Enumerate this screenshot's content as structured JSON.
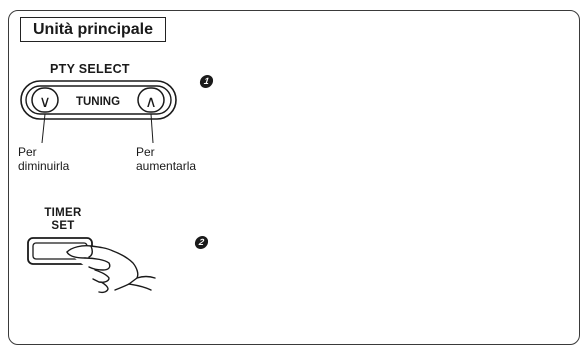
{
  "section": {
    "title": "Unità principale"
  },
  "pty": {
    "select_label": "PTY SELECT",
    "tuning_label": "TUNING",
    "down_symbol": "∨",
    "up_symbol": "∧",
    "down_caption": "Per diminuirla",
    "up_caption": "Per aumentarla"
  },
  "timer": {
    "label": "TIMER SET"
  },
  "steps": {
    "step1": "1",
    "step2": "2"
  }
}
